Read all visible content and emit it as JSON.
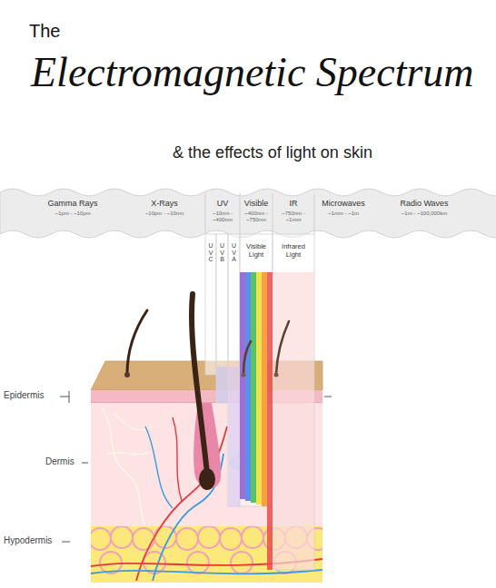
{
  "diagram": {
    "title": "Electromagnetic Spectrum",
    "nodes": [
      {
        "text": [
          "Gamma Rays",
          "~1pm - ~10pm"
        ]
      },
      {
        "text": [
          "X-Rays",
          "~10pm - ~10nm"
        ]
      },
      {
        "text": [
          "UV",
          "~10nm - ~400nm"
        ]
      },
      {
        "text": [
          "Visible",
          "~400nm - ~750nm"
        ]
      },
      {
        "text": [
          "IR",
          "~750nm - ~1mm"
        ]
      },
      {
        "text": [
          "Microwaves",
          "~1mm - ~1m"
        ]
      },
      {
        "text": [
          "Radio Waves",
          "~1m - ~100,000km"
        ]
      },
      {
        "text": [
          "U V C"
        ]
      },
      {
        "text": [
          "U V B"
        ]
      },
      {
        "text": [
          "U V A"
        ]
      },
      {
        "text": [
          "Visible Light"
        ]
      },
      {
        "text": [
          "Infrared Light"
        ]
      }
    ],
    "labels": [
      "The",
      "& the effects of light on skin",
      "Epidermis",
      "Dermis",
      "Hypodermis"
    ]
  }
}
